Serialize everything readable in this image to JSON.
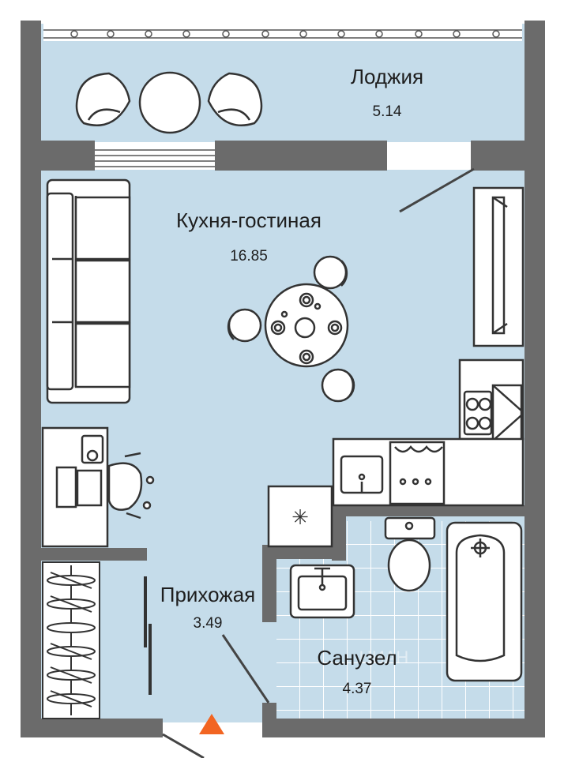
{
  "rooms": {
    "loggia": {
      "name": "Лоджия",
      "area": "5.14"
    },
    "living_kitchen": {
      "name": "Кухня-гостиная",
      "area": "16.85"
    },
    "hallway": {
      "name": "Прихожая",
      "area": "3.49"
    },
    "bathroom": {
      "name": "Санузел",
      "area": "4.37"
    }
  },
  "watermark": {
    "text": "ЦИАН"
  },
  "colors": {
    "floor": "#c5dcea",
    "wall": "#6b6b6b",
    "tile_line": "#ffffff",
    "entrance_marker": "#f26522",
    "furniture_stroke": "#333333"
  }
}
